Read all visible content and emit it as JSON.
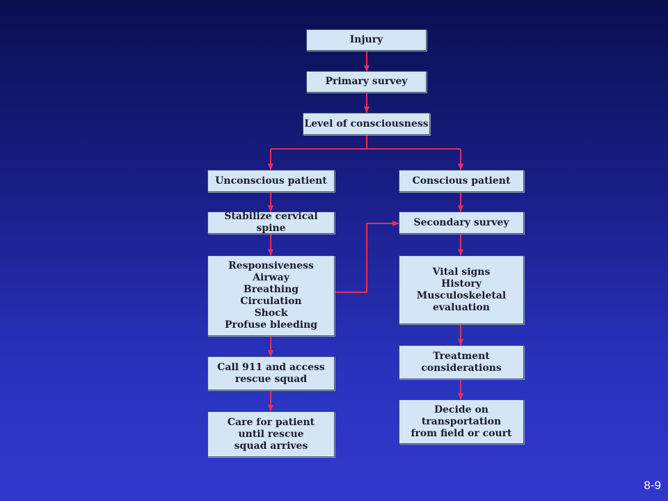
{
  "diagram": {
    "nodes": {
      "injury": "Injury",
      "primary_survey": "Primary survey",
      "level_of_consciousness": "Level of consciousness",
      "unconscious_patient": "Unconscious patient",
      "conscious_patient": "Conscious patient",
      "stabilize_cervical_spine": "Stabilize cervical spine",
      "secondary_survey": "Secondary survey",
      "assessment_checklist": "Responsiveness\nAirway\nBreathing\nCirculation\nShock\nProfuse bleeding",
      "vital_signs": "Vital signs\nHistory\nMusculoskeletal\nevaluation",
      "call_911": "Call 911 and access\nrescue squad",
      "treatment_considerations": "Treatment\nconsiderations",
      "care_for_patient": "Care for patient\nuntil rescue\nsquad arrives",
      "decide_on_transportation": "Decide on\ntransportation\nfrom field or court"
    },
    "connector_color": "#e0305a",
    "node_fill": "#d4e6f6"
  },
  "slide_number": "8-9"
}
